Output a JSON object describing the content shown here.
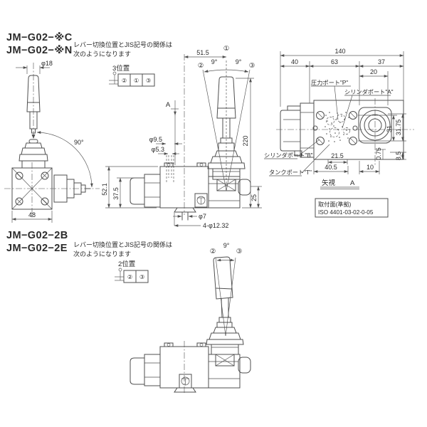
{
  "colors": {
    "line": "#4f4f4f",
    "dimline": "#5c5c5c",
    "ink": "#2b2b2b",
    "bg": "#ffffff"
  },
  "top": {
    "model_c": "JM−G02−※C",
    "model_n": "JM−G02−※N",
    "note1": "レバー切換位置とJIS記号の関係は",
    "note2": "次のようになります",
    "position_label": "3位置",
    "cells": [
      "②",
      "①",
      "③"
    ]
  },
  "left_view": {
    "dim_phi18": "φ18",
    "dim_angle": "90°",
    "dim_width": "48"
  },
  "front_view": {
    "dim_51_5": "51.5",
    "pos1": "①",
    "pos2": "②",
    "pos3": "③",
    "angle_left": "9°",
    "angle_right": "9°",
    "dim_220": "220",
    "section_label": "A",
    "dim_phi9_5": "φ9.5",
    "dim_phi5_3": "φ5.3",
    "dim_52_1": "52.1",
    "dim_37_5": "37.5",
    "dim_25": "25",
    "dim_phi7": "φ7",
    "dim_holes": "4-φ12.32"
  },
  "view_a": {
    "dim_140": "140",
    "dim_40": "40",
    "dim_63": "63",
    "dim_37": "37",
    "dim_20": "20",
    "port_p": "圧力ポート\"P\"",
    "port_a": "シリンダポート\"A\"",
    "port_b": "シリンダポート\"B\"",
    "port_t": "タンクポート\"T\"",
    "dim_21_5": "21.5",
    "dim_40_5": "40.5",
    "dim_10": "10",
    "dim_31": "31",
    "dim_31_75": "31.75",
    "dim_0_75": "0.75",
    "dim_8_5": "8.5",
    "caption_label": "矢視",
    "caption_letter": "A",
    "mount_line1": "取付面(準拠)",
    "mount_line2": "ISO 4401-03-02-0-05"
  },
  "bottom": {
    "model_2b": "JM−G02−2B",
    "model_2e": "JM−G02−2E",
    "note1": "レバー切換位置とJIS記号の関係は",
    "note2": "次のようになります",
    "position_label": "2位置",
    "cells": [
      "②",
      "③"
    ],
    "pos2": "②",
    "pos3": "③",
    "angle": "9°"
  }
}
